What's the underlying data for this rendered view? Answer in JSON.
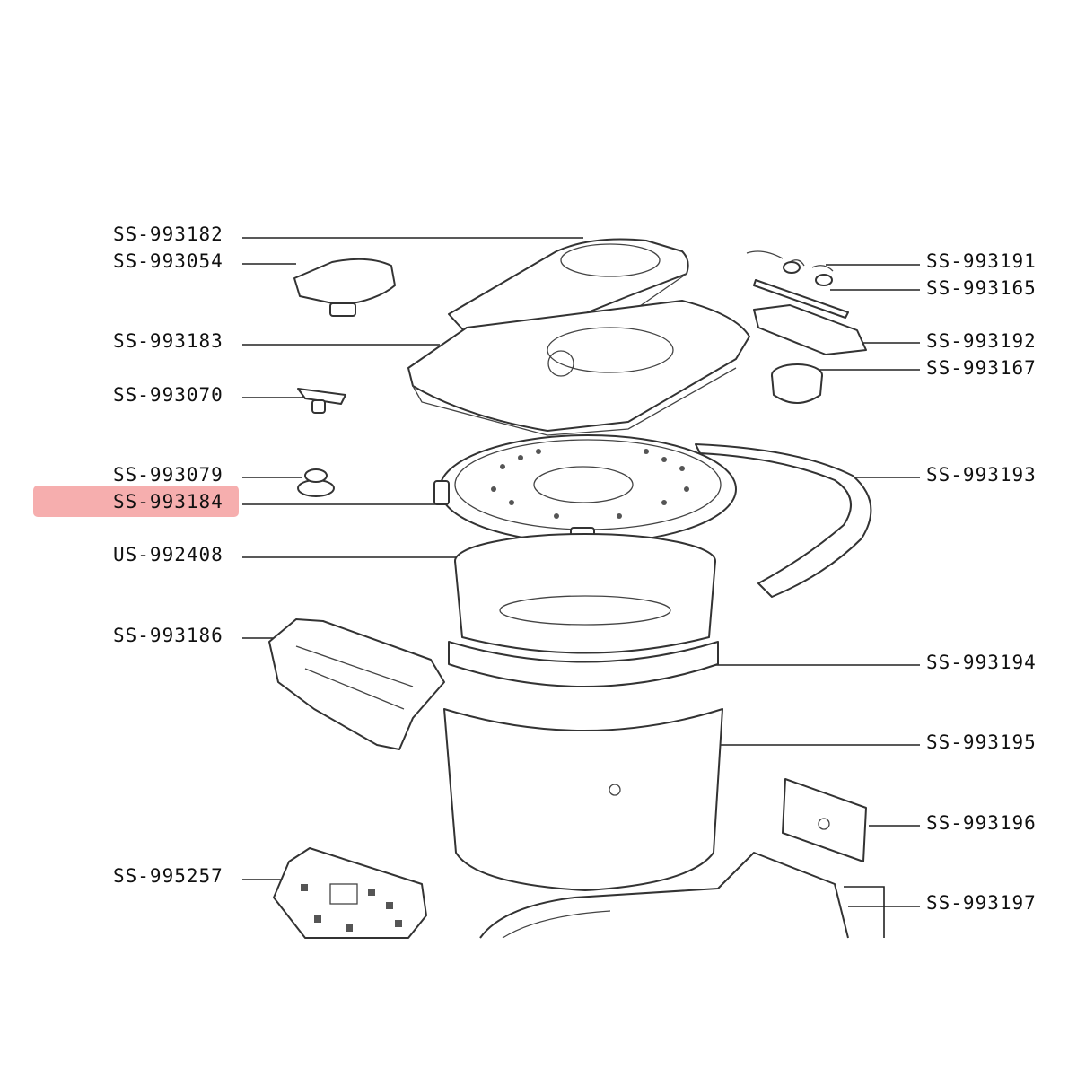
{
  "diagram": {
    "highlight_color": "#f4a0a0",
    "highlighted_part": "SS-993184",
    "labels_left": [
      "SS-993182",
      "SS-993054",
      "SS-993183",
      "SS-993070",
      "SS-993079",
      "SS-993184",
      "US-992408",
      "SS-993186",
      "SS-995257"
    ],
    "labels_right": [
      "SS-993191",
      "SS-993165",
      "SS-993192",
      "SS-993167",
      "SS-993193",
      "SS-993194",
      "SS-993195",
      "SS-993196",
      "SS-993197"
    ]
  }
}
